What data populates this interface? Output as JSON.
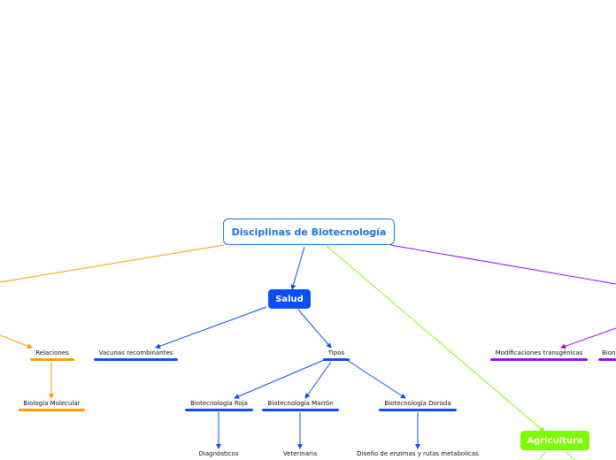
{
  "diagram": {
    "central_topic": "Disciplinas de Biotecnología",
    "branches": {
      "salud": "Salud",
      "agricultura": "Agricultura"
    },
    "salud_children": {
      "vacunas": "Vacunas recombinantes",
      "tipos": "Tipos"
    },
    "tipos_children": {
      "roja": "Biotecnología Roja",
      "marron": "Biotecnología Marrón",
      "dorada": "Biotecnología Dorada"
    },
    "leaves": {
      "diagnosticos": "Diagnósticos",
      "veterinaria": "Veterinaria",
      "enzimas": "Diseño de enzimas y rutas metabolicas"
    },
    "orange_branch": {
      "relaciones": "Relaciones",
      "biologia_molecular": "Biología Molecular"
    },
    "purple_branch": {
      "modificaciones": "Modificaciones transgénicas",
      "partial": "Bion"
    }
  },
  "colors": {
    "central": "#1a73e8",
    "salud": "#0a4ff5",
    "agricultura": "#7cfc00",
    "orange_branch": "#ff9a00",
    "purple_branch": "#9b0bf0"
  }
}
